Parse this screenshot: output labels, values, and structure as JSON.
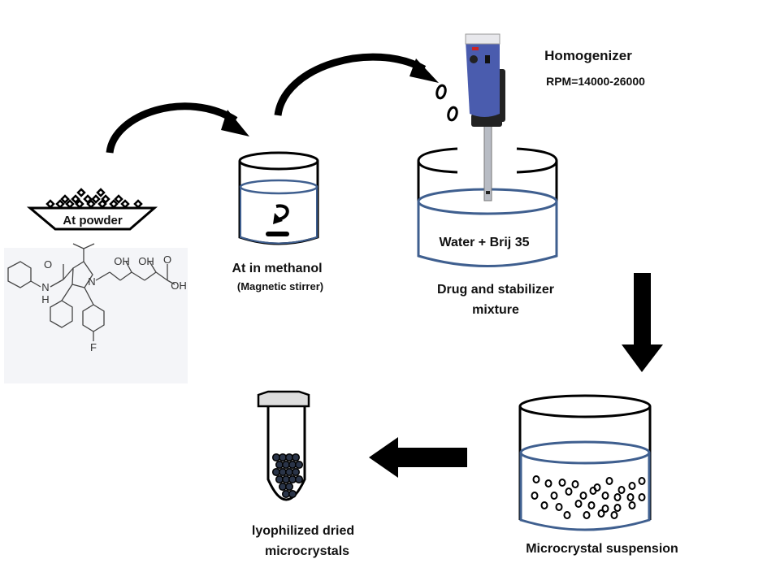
{
  "labels": {
    "powder": "At powder",
    "methanol": "At in methanol",
    "stirrer": "(Magnetic stirrer)",
    "homogenizer": "Homogenizer",
    "rpm": "RPM=14000-26000",
    "water": "Water + Brij 35",
    "mixture_line1": "Drug and stabilizer",
    "mixture_line2": "mixture",
    "suspension": "Microcrystal suspension",
    "dried_line1": "lyophilized dried",
    "dried_line2": "microcrystals"
  },
  "structure_atoms": {
    "o1": "O",
    "nh_n": "N",
    "nh_h": "H",
    "n": "N",
    "oh1": "OH",
    "oh2": "OH",
    "o2": "O",
    "oh3": "OH",
    "f": "F"
  },
  "colors": {
    "liquid": "#3f5f8f",
    "homogenizer_body": "#4a5cae",
    "arrow": "#000000"
  }
}
